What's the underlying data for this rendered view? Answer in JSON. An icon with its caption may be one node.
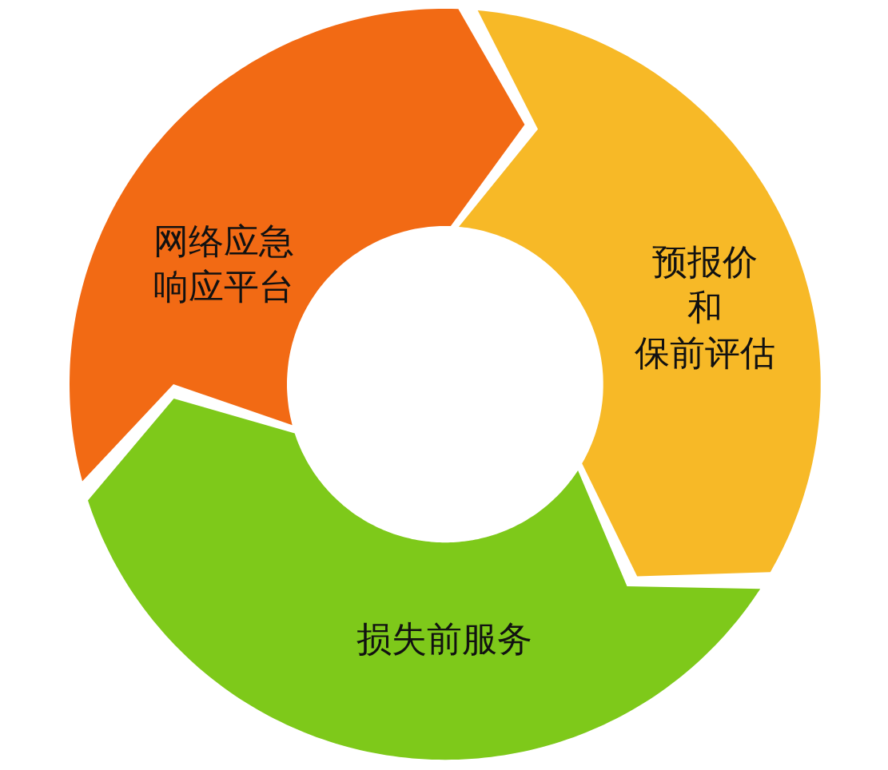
{
  "diagram": {
    "nodes": [
      {
        "text": [
          "网络应急响应平台"
        ]
      },
      {
        "text": [
          "预报价",
          "和",
          "保前评估"
        ]
      },
      {
        "text": [
          "损失前服务"
        ]
      }
    ]
  }
}
